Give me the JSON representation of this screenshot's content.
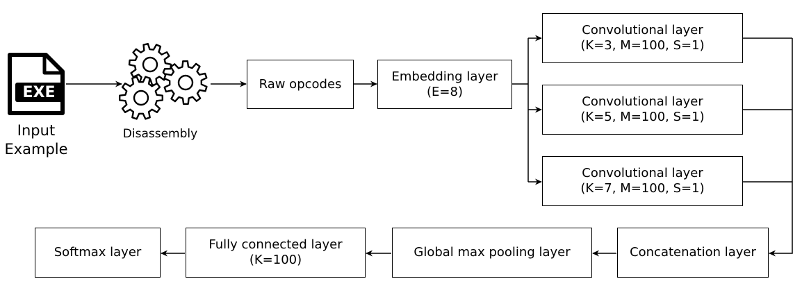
{
  "input": {
    "file_badge": "EXE",
    "label_line1": "Input",
    "label_line2": "Example",
    "icon": "exe-file-icon"
  },
  "disassembly": {
    "label": "Disassembly",
    "icon": "gears-icon"
  },
  "raw_opcodes": {
    "label": "Raw opcodes"
  },
  "embedding": {
    "title": "Embedding layer",
    "params": "(E=8)"
  },
  "conv_layers": [
    {
      "title": "Convolutional layer",
      "params": "(K=3, M=100, S=1)"
    },
    {
      "title": "Convolutional layer",
      "params": "(K=5, M=100, S=1)"
    },
    {
      "title": "Convolutional layer",
      "params": "(K=7, M=100, S=1)"
    }
  ],
  "concatenation": {
    "label": "Concatenation layer"
  },
  "global_max_pooling": {
    "label": "Global max pooling layer"
  },
  "fully_connected": {
    "title": "Fully connected layer",
    "params": "(K=100)"
  },
  "softmax": {
    "label": "Softmax layer"
  }
}
